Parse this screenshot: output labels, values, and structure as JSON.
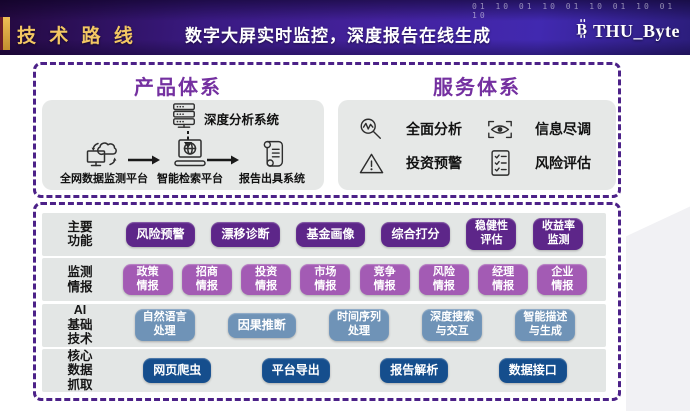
{
  "header": {
    "title": "技 术 路 线",
    "subtitle": "数字大屏实时监控，深度报告在线生成",
    "binary_pattern": "01 10 01 10 01 10 01 10 01 10",
    "logo": {
      "icon": "bitcoin-icon",
      "text": "THU_Byte"
    }
  },
  "sections": {
    "product": {
      "title": "产品体系",
      "top_node": {
        "icon": "server-icon",
        "label": "深度分析系统"
      },
      "flow": [
        {
          "icon": "monitor-cloud-icon",
          "label": "全网数据监测平台"
        },
        {
          "icon": "laptop-globe-icon",
          "label": "智能检索平台"
        },
        {
          "icon": "scroll-icon",
          "label": "报告出具系统"
        }
      ]
    },
    "service": {
      "title": "服务体系",
      "items": [
        {
          "icon": "magnifier-wave-icon",
          "label": "全面分析"
        },
        {
          "icon": "eye-scan-icon",
          "label": "信息尽调"
        },
        {
          "icon": "warning-triangle-icon",
          "label": "投资预警"
        },
        {
          "icon": "checklist-icon",
          "label": "风险评估"
        }
      ]
    },
    "matrix": {
      "rows": [
        {
          "id": "main-functions",
          "label": "主要\n功能",
          "button_color": "#5D2689",
          "items": [
            "风险预警",
            "漂移诊断",
            "基金画像",
            "综合打分",
            "稳健性\n评估",
            "收益率\n监测"
          ]
        },
        {
          "id": "monitor-intel",
          "label": "监测\n情报",
          "button_color": "#A35BB4",
          "items": [
            "政策\n情报",
            "招商\n情报",
            "投资\n情报",
            "市场\n情报",
            "竞争\n情报",
            "风险\n情报",
            "经理\n情报",
            "企业\n情报"
          ]
        },
        {
          "id": "ai-tech",
          "label": "AI\n基础\n技术",
          "button_color": "#6F93B7",
          "items": [
            "自然语言\n处理",
            "因果推断",
            "时间序列\n处理",
            "深度搜索\n与交互",
            "智能描述\n与生成"
          ]
        },
        {
          "id": "data-capture",
          "label": "核心\n数据\n抓取",
          "button_color": "#154E8D",
          "items": [
            "网页爬虫",
            "平台导出",
            "报告解析",
            "数据接口"
          ]
        }
      ]
    }
  },
  "colors": {
    "heading": "#7430A0",
    "dashed_border": "#4C2188",
    "panel_bg": "#E6E8E7",
    "row_bg": "#E3E6E5",
    "header_gold": "#F3C763"
  }
}
